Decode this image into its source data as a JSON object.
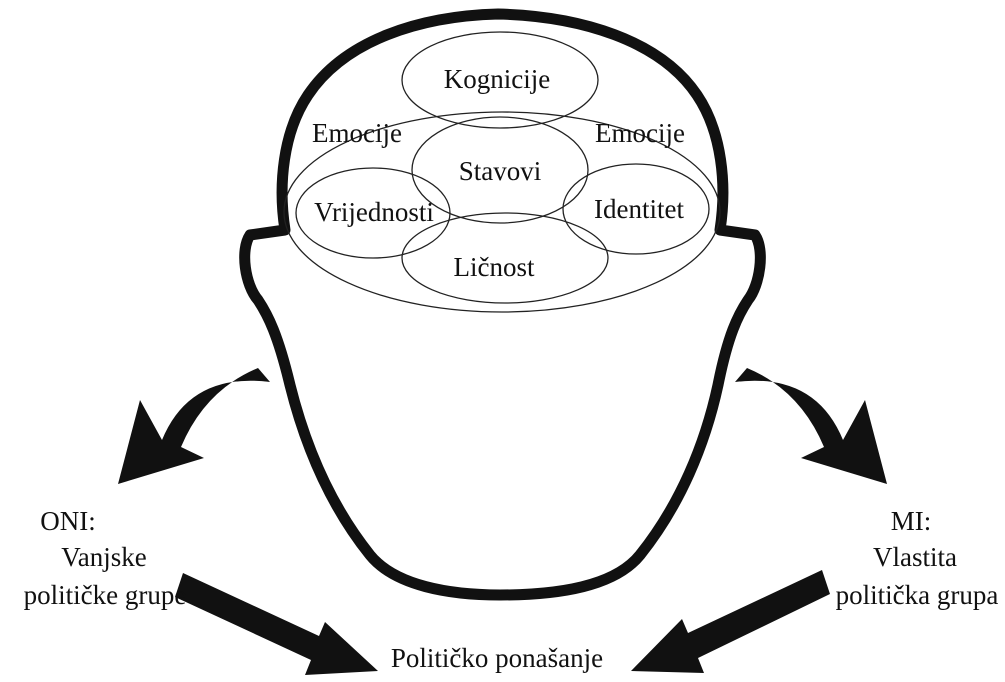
{
  "diagram": {
    "brain_labels": {
      "kognicije": "Kognicije",
      "emocije_left": "Emocije",
      "emocije_right": "Emocije",
      "stavovi": "Stavovi",
      "vrijednosti": "Vrijednosti",
      "identitet": "Identitet",
      "licnost": "Ličnost"
    },
    "left_group": {
      "title": "ONI:",
      "line1": "Vanjske",
      "line2": "političke grupe"
    },
    "right_group": {
      "title": "MI:",
      "line1": "Vlastita",
      "line2": "politička grupa"
    },
    "outcome": "Političko ponašanje"
  },
  "colors": {
    "stroke": "#111111",
    "background": "#ffffff"
  }
}
